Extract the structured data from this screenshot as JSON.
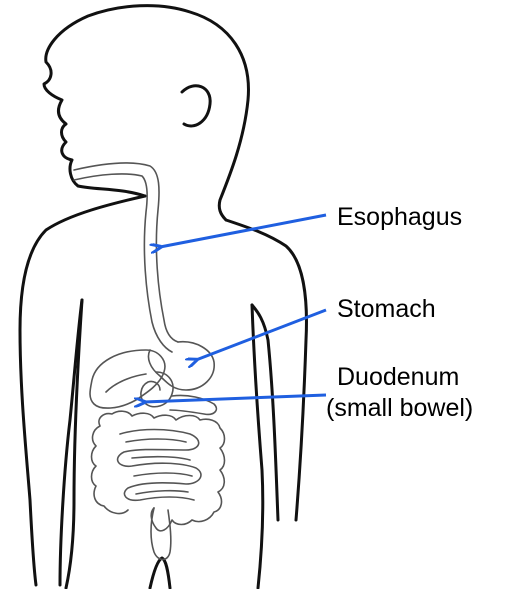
{
  "labels": {
    "esophagus": "Esophagus",
    "stomach": "Stomach",
    "duodenum": "Duodenum",
    "duodenum_sub": "(small bowel)"
  },
  "colors": {
    "arrow": "#1f5fe0",
    "outline": "#111111",
    "organ_outline": "#555555"
  },
  "icons": {
    "figure": "child-silhouette-digestive-system"
  }
}
